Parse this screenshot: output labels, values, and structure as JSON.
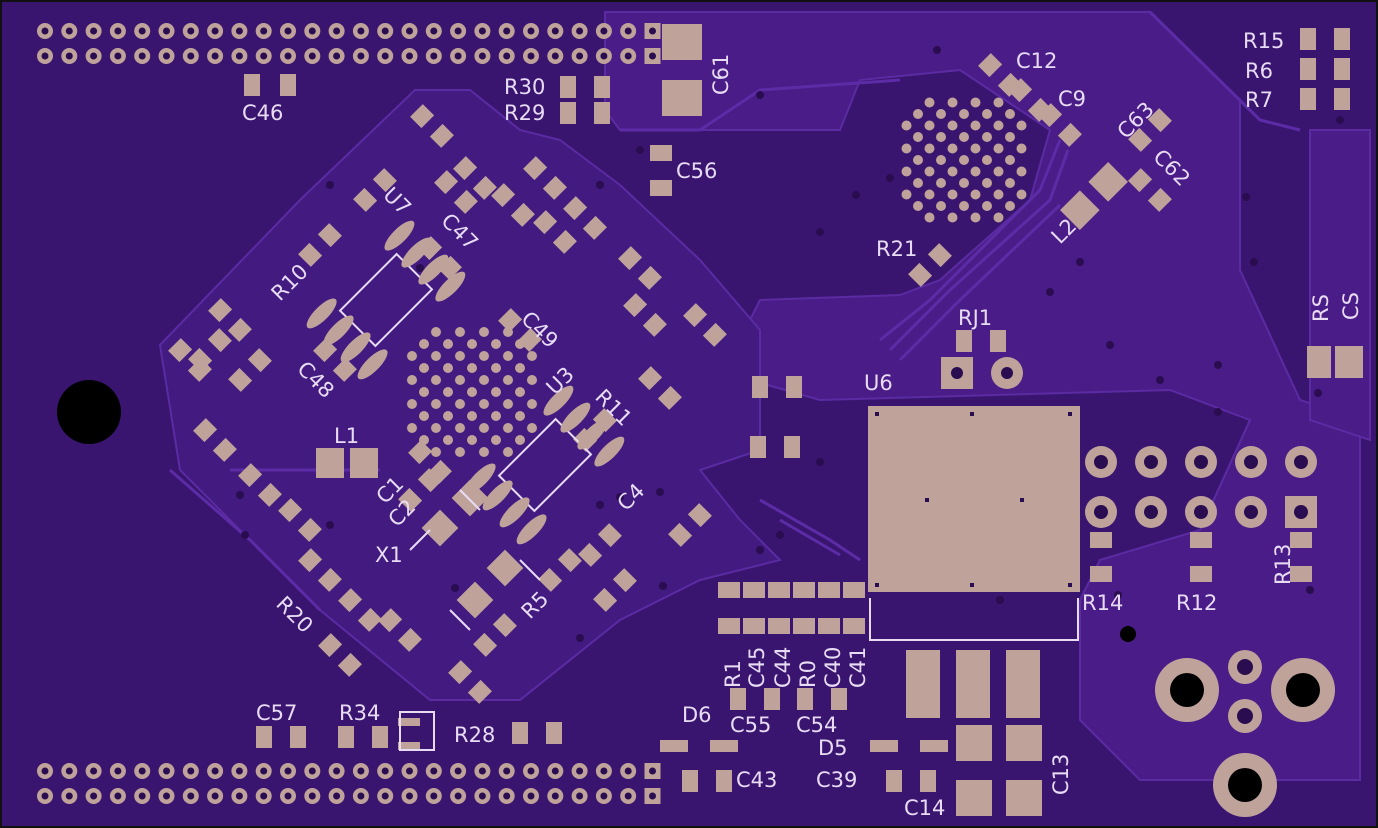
{
  "board": {
    "colors": {
      "substrate": "#3a1570",
      "copper_pour": "#4b1d8a",
      "trace": "#5a2aa0",
      "pad": "#bfa39b",
      "silk": "#e8dcf4",
      "hole": "#000000",
      "outline": "#ffffff"
    }
  },
  "labels": {
    "c46": "C46",
    "r30": "R30",
    "r29": "R29",
    "c61": "C61",
    "c56": "C56",
    "c12": "C12",
    "c9": "C9",
    "c63": "C63",
    "c62": "C62",
    "l2": "L2",
    "r21": "R21",
    "r15": "R15",
    "r6": "R6",
    "r7": "R7",
    "rs": "RS",
    "cs": "CS",
    "u7": "U7",
    "c47": "C47",
    "r10": "R10",
    "c48": "C48",
    "c49": "C49",
    "u3": "U3",
    "r11": "R11",
    "l1": "L1",
    "c1": "C1",
    "c2": "C2",
    "x1": "X1",
    "c4": "C4",
    "r5": "R5",
    "r20": "R20",
    "rj1": "RJ1",
    "u6": "U6",
    "r14": "R14",
    "r12": "R12",
    "r13": "R13",
    "r1": "R1",
    "c45": "C45",
    "c44": "C44",
    "r0": "R0",
    "c40": "C40",
    "c41": "C41",
    "d6": "D6",
    "c55": "C55",
    "c54": "C54",
    "d5": "D5",
    "c43": "C43",
    "c39": "C39",
    "c14": "C14",
    "c13": "C13",
    "c57": "C57",
    "r34": "R34",
    "r28": "R28"
  }
}
